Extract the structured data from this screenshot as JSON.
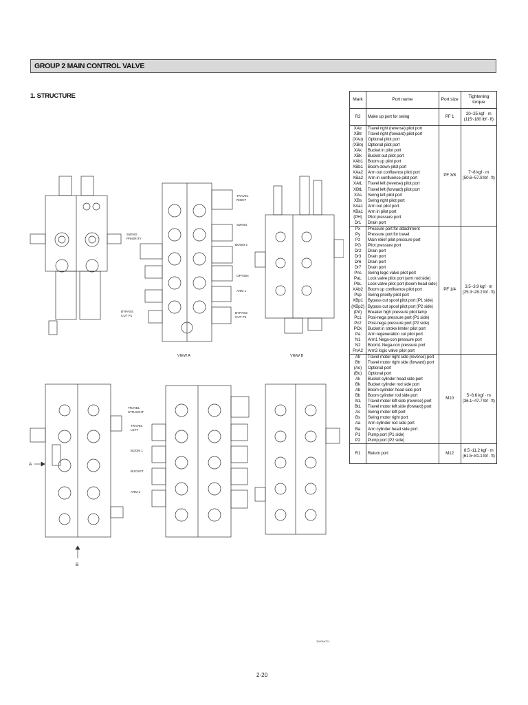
{
  "header": {
    "group_title": "GROUP  2  MAIN CONTROL VALVE"
  },
  "section": {
    "title": "1. STRUCTURE"
  },
  "table": {
    "headers": {
      "mark": "Mark",
      "port_name": "Port name",
      "port_size": "Port size",
      "torque": "Tightening torque"
    },
    "groups": [
      {
        "marks": [
          "R2"
        ],
        "names": [
          "Make up port for swing"
        ],
        "size": "PF 1",
        "torque": [
          "20~25 kgf · m",
          "(115~180 lbf · ft)"
        ]
      },
      {
        "marks": [
          "XAtr",
          "XBtr",
          "(XAo)",
          "(XBo)",
          "XAk",
          "XBk",
          "XAb1",
          "XBb1",
          "XAa2",
          "XBa2",
          "XAtL",
          "XBtL",
          "XAs",
          "XBs",
          "XAa1",
          "XBa1",
          "(PH)",
          "Dr1"
        ],
        "names": [
          "Travel right (reverse) pilot port",
          "Travel right (forward) pilot port",
          "Optional pilot port",
          "Optional pilot port",
          "Bucket in pilot port",
          "Bucket out pilot port",
          "Boom up pilot port",
          "Boom down pilot port",
          "Arm out confluence pilot port",
          "Arm in confluence pilot port",
          "Travel left (reverse) pilot port",
          "Travel left (forward) pilot port",
          "Swing left pilot port",
          "Swing right pilot port",
          "Arm out pilot port",
          "Arm in pilot port",
          "Pilot pressure port",
          "Drain port"
        ],
        "size": "PF 3/8",
        "torque": [
          "7~8 kgf · m",
          "(50.6~57.8 lbf · ft)"
        ]
      },
      {
        "marks": [
          "Px",
          "Py",
          "Pz",
          "PG",
          "Dr2",
          "Dr3",
          "Dr6",
          "Dr7",
          "Pns",
          "PaL",
          "PbL",
          "XAb2",
          "Psp",
          "XBp1",
          "(XBp2)",
          "(Pd)",
          "Pc1",
          "Pc2",
          "PCk",
          "Pa",
          "N1",
          "N2",
          "PnA2"
        ],
        "names": [
          "Pressure port for attachment",
          "Pressure port for travel",
          "Main relief pilot pressure port",
          "Pilot pressure port",
          "Drain port",
          "Drain port",
          "Drain port",
          "Drain port",
          "Swing logic valve pilot port",
          "Lock valve pilot port (arm rod side)",
          "Lock valve pilot port (boom head side)",
          "Boom up confluence pilot port",
          "Swing priority pilot port",
          "Bypass cut spool pilot port (P1 side)",
          "Bypass cut spool pilot port (P2 side)",
          "Breaker high pressure pilot lamp",
          "Posi-nega pressure port (P1 side)",
          "Posi-nega pressure port (P2 side)",
          "Bucket in stroke limiter pilot port",
          "Arm regeneration cut pilot port",
          "Arm1 Nega-con pressure port",
          "Boom1  Nega-con pressure port",
          "Arm2 logic valve pilot port"
        ],
        "size": "PF 1/4",
        "torque": [
          "3.5~3.9 kgf · m",
          "(25.3~28.2 lbf · ft)"
        ]
      },
      {
        "marks": [
          "Atr",
          "Btr",
          "(Ao)",
          "(Bo)",
          "Ak",
          "Bk",
          "Ab",
          "Bb",
          "AtL",
          "BtL",
          "As",
          "Bs",
          "Aa",
          "Ba",
          "P1",
          "P2"
        ],
        "names": [
          "Travel motor right side (reverse) port",
          "Travel motor right side (forward) port",
          "Optional port",
          "Optional port",
          "Bucket cylinder head side port",
          "Bucket cylinder rod side port",
          "Boom cylinder head side port",
          "Boom cylinder rod side port",
          "Travel motor left side (reverse) port",
          "Travel motor left side (forward) port",
          "Swing motor left port",
          "Swing motor right port",
          "Arm cylinder rod side port",
          "Arm cylinder head side port",
          "Pump port (P1 side)",
          "Pump port (P2 side)"
        ],
        "size": "M10",
        "torque": [
          "5~6.6 kgf · m",
          "(36.1~47.7 lbf · ft)"
        ]
      },
      {
        "marks": [
          "R1"
        ],
        "names": [
          "Return port"
        ],
        "size": "M12",
        "torque": [
          "8.5~11.2 kgf · m",
          "(61.5~81.1 lbf · ft)"
        ]
      }
    ]
  },
  "drawing_labels": {
    "travel_right": [
      "TRAVEL",
      "RIGHT"
    ],
    "swing": "SWING",
    "swing_priority": [
      "SWING",
      "PRIORITY"
    ],
    "boom2": "BOOM 2",
    "option": "OPTION",
    "arm1": "ARM 1",
    "bypass_cut_p1": [
      "BYPASS",
      "CUT  P1"
    ],
    "bypass_cut_p2": [
      "BYPASS",
      "CUT  P2"
    ],
    "view_a": "VIEW  A",
    "view_b": "VIEW  B",
    "travel_straight": [
      "TRAVEL",
      "STRAIGHT"
    ],
    "travel_left": [
      "TRAVEL",
      "LEFT"
    ],
    "boom1": "BOOM 1",
    "bucket": "BUCKET",
    "arm2": "ARM 2",
    "arrow_a": "A",
    "arrow_b": "B"
  },
  "figure_code": "3000MC01",
  "footer": {
    "page_number": "2-20"
  }
}
